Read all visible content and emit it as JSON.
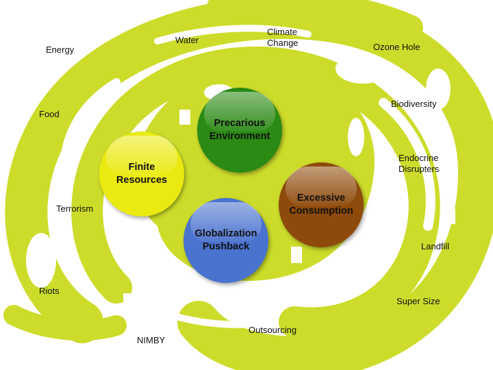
{
  "core": {
    "finite_resources": "Finite Resources",
    "precarious_environment": "Precarious Environment",
    "excessive_consumption": "Excessive Consumption",
    "globalization_pushback": "Globalization Pushback"
  },
  "outer": {
    "energy": "Energy",
    "water": "Water",
    "climate_change_1": "Climate",
    "climate_change_2": "Change",
    "ozone_hole": "Ozone Hole",
    "food": "Food",
    "biodiversity": "Biodiversity",
    "endocrine_1": "Endocrine",
    "endocrine_2": "Disrupters",
    "terrorism": "Terrorism",
    "landfill": "Landfill",
    "riots": "Riots",
    "super_size": "Super Size",
    "nimby": "NIMBY",
    "outsourcing": "Outsourcing"
  },
  "colors": {
    "swirl": "#cddc2b",
    "finite": "#eaea10",
    "precarious": "#2a8a14",
    "excessive": "#8e4a0a",
    "globalization": "#4a72cf"
  }
}
